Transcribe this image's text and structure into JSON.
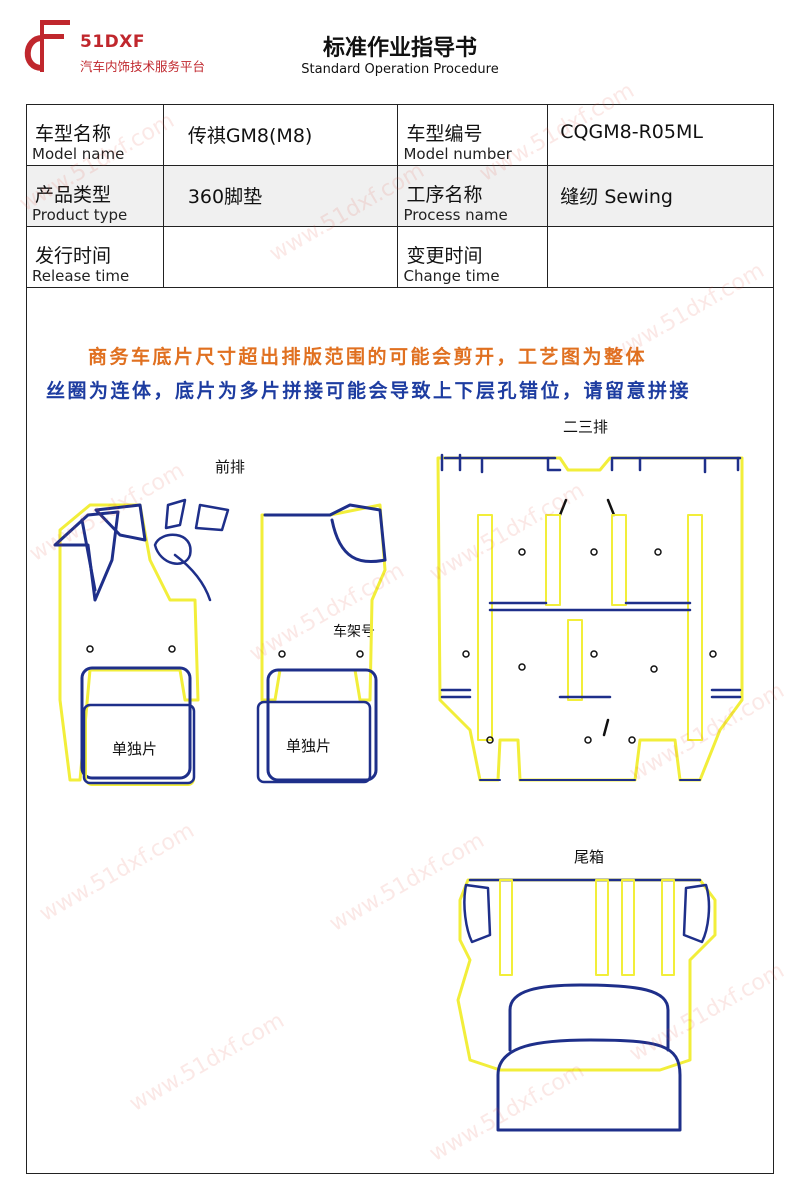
{
  "brand": {
    "name": "51DXF",
    "tagline": "汽车内饰技术服务平台",
    "color": "#c0272d"
  },
  "doc": {
    "title": "标准作业指导书",
    "subtitle": "Standard Operation Procedure"
  },
  "info": {
    "model_name_cn": "车型名称",
    "model_name_en": "Model name",
    "model_name_value": "传祺GM8(M8)",
    "model_number_cn": "车型编号",
    "model_number_en": "Model number",
    "model_number_value": "CQGM8-R05ML",
    "product_type_cn": "产品类型",
    "product_type_en": "Product type",
    "product_type_value": "360脚垫",
    "process_name_cn": "工序名称",
    "process_name_en": "Process name",
    "process_name_value": "缝纫 Sewing",
    "release_time_cn": "发行时间",
    "release_time_en": "Release time",
    "release_time_value": "",
    "change_time_cn": "变更时间",
    "change_time_en": "Change time",
    "change_time_value": ""
  },
  "notes": {
    "line1": "商务车底片尺寸超出排版范围的可能会剪开，工艺图为整体",
    "line2": "丝圈为连体，底片为多片拼接可能会导致上下层孔错位，请留意拼接",
    "line1_color": "#e07020",
    "line2_color": "#1d3ca0"
  },
  "diagram": {
    "front_row": "前排",
    "second_third_row": "二三排",
    "trunk": "尾箱",
    "single_piece_left": "单独片",
    "single_piece_right": "单独片",
    "frame_number": "车架号",
    "outline_yellow": "#f2ee3a",
    "outline_blue": "#1e2f8a"
  },
  "watermark": "www.51dxf.com"
}
